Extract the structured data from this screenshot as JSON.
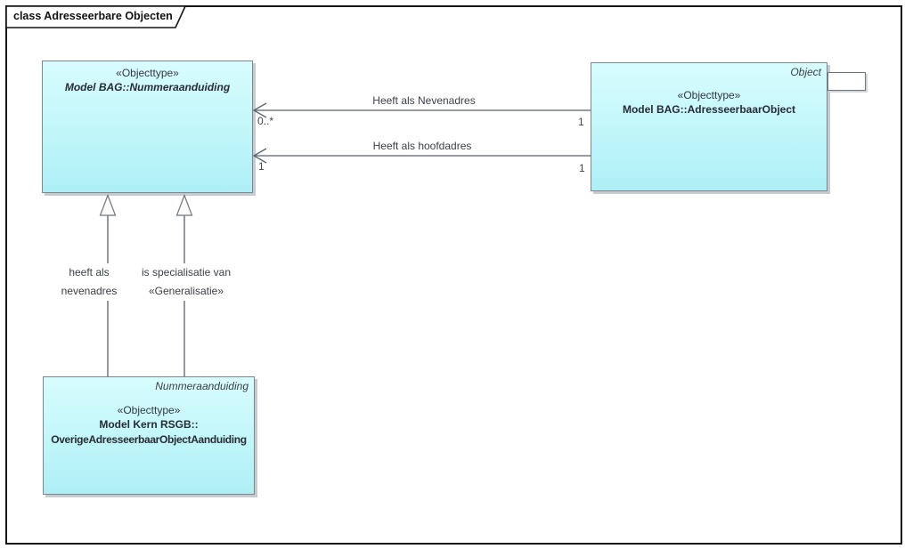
{
  "frame": {
    "title": "class Adresseerbare Objecten"
  },
  "classes": {
    "nummeraanduiding": {
      "stereotype": "«Objecttype»",
      "name": "Model BAG::Nummeraanduiding"
    },
    "adresseerbaar_object": {
      "corner_label": "Object",
      "stereotype": "«Objecttype»",
      "name": "Model BAG::AdresseerbaarObject"
    },
    "overige_adresseerbaar_object_aanduiding": {
      "corner_label": "Nummeraanduiding",
      "stereotype": "«Objecttype»",
      "name_line1": "Model Kern RSGB::",
      "name_line2": "OverigeAdresseerbaarObjectAanduiding"
    }
  },
  "associations": {
    "nevenadres": {
      "label": "Heeft als Nevenadres",
      "target_multiplicity": "0..*",
      "source_multiplicity": "1"
    },
    "hoofdadres": {
      "label": "Heeft als hoofdadres",
      "target_multiplicity": "1",
      "source_multiplicity": "1"
    }
  },
  "generalizations": {
    "nevenadres": {
      "label_line1": "heeft als",
      "label_line2": "nevenadres"
    },
    "specialisatie": {
      "label_line1": "is specialisatie van",
      "label_line2": "«Generalisatie»"
    }
  },
  "colors": {
    "class_fill_top": "#D8FCFE",
    "class_fill_bottom": "#ADEFF6",
    "class_border": "#7E868D",
    "connector": "#5A626B",
    "frame_border": "#151515",
    "text": "#2F333B"
  }
}
